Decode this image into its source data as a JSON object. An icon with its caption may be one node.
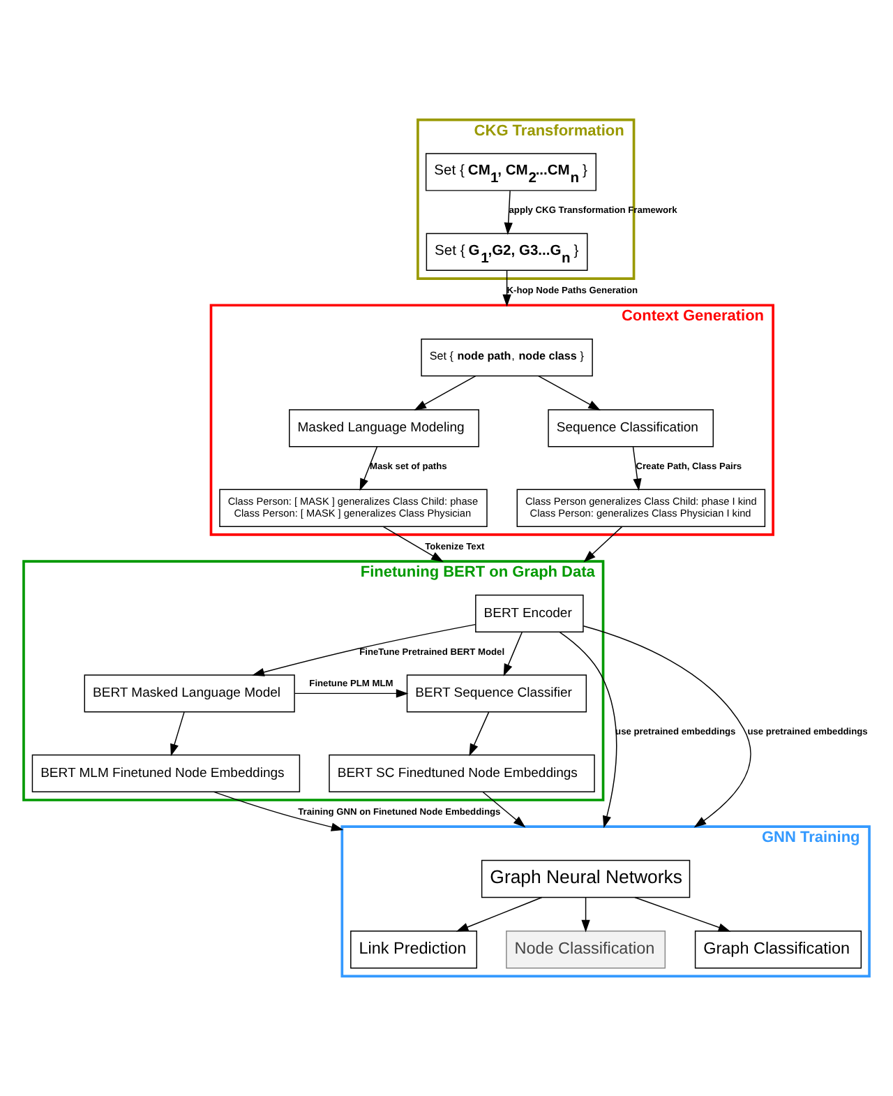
{
  "diagram": {
    "nodes": [
      {
        "text": [
          "CKG Transformation"
        ]
      },
      {
        "text": [
          "Set { **CM$_{1}$, CM$_{2}$...CM$_{n}$** }"
        ],
        "in": 0
      },
      {
        "text": [
          "Set { **G$_{1}$,G2, G3...G$_{n}$** }"
        ],
        "in": 0
      },
      {
        "text": [
          "Context Generation"
        ]
      },
      {
        "text": [
          "Set { **node path**, **node class** }"
        ],
        "in": 3
      },
      {
        "text": [
          "Masked Language Modeling"
        ],
        "in": 3
      },
      {
        "text": [
          "Sequence Classification"
        ],
        "in": 3
      },
      {
        "text": [
          "Class Person: [ MASK ] generalizes Class Child: phase",
          "Class Person: [ MASK ] generalizes Class Physician"
        ],
        "in": 3
      },
      {
        "text": [
          "Class Person generalizes Class Child: phase I kind",
          "Class Person: generalizes Class Physician I kind"
        ],
        "in": 3
      },
      {
        "text": [
          "Finetuning BERT on Graph Data"
        ]
      },
      {
        "text": [
          "BERT Encoder"
        ],
        "in": 9
      },
      {
        "text": [
          "BERT Masked Language Model"
        ],
        "in": 9
      },
      {
        "text": [
          "BERT Sequence Classifier"
        ],
        "in": 9
      },
      {
        "text": [
          "BERT MLM Finetuned Node Embeddings"
        ],
        "in": 9
      },
      {
        "text": [
          "BERT SC Finedtuned Node Embeddings"
        ],
        "in": 9
      },
      {
        "text": [
          "GNN Training"
        ]
      },
      {
        "text": [
          "Graph Neural Networks"
        ],
        "in": 15
      },
      {
        "text": [
          "Link Prediction"
        ],
        "in": 15
      },
      {
        "text": [
          "Node Classification"
        ],
        "in": 15
      },
      {
        "text": [
          "Graph Classification"
        ],
        "in": 15
      }
    ],
    "edges": [
      {
        "from": 1,
        "to": 2,
        "arrow": "to",
        "label": "apply CKG Transformation Framework"
      },
      {
        "from": 2,
        "to": 3,
        "arrow": "to",
        "label": "K-hop Node Paths Generation"
      },
      {
        "from": 4,
        "to": 5,
        "arrow": "to"
      },
      {
        "from": 4,
        "to": 6,
        "arrow": "to"
      },
      {
        "from": 5,
        "to": 7,
        "arrow": "to",
        "label": "Mask set of paths"
      },
      {
        "from": 6,
        "to": 8,
        "arrow": "to",
        "label": "Create Path, Class Pairs"
      },
      {
        "from": 7,
        "to": 9,
        "arrow": "to",
        "label": "Tokenize Text"
      },
      {
        "from": 8,
        "to": 9,
        "arrow": "to"
      },
      {
        "from": 10,
        "to": 15,
        "arrow": "to",
        "label": "use pretrained embeddings"
      },
      {
        "from": 10,
        "to": 11,
        "arrow": "to",
        "label": "FineTune Pretrained BERT Model"
      },
      {
        "from": 10,
        "to": 12,
        "arrow": "to"
      },
      {
        "from": 11,
        "to": 12,
        "arrow": "to",
        "label": "Finetune PLM MLM"
      },
      {
        "from": 10,
        "to": 15,
        "arrow": "to",
        "label": "use pretrained embeddings"
      },
      {
        "from": 11,
        "to": 13,
        "arrow": "to"
      },
      {
        "from": 12,
        "to": 14,
        "arrow": "to"
      },
      {
        "from": 13,
        "to": 15,
        "arrow": "to",
        "label": "Training GNN on Finetuned Node Embeddings"
      },
      {
        "from": 14,
        "to": 15,
        "arrow": "to"
      },
      {
        "from": 16,
        "to": 17,
        "arrow": "to"
      },
      {
        "from": 16,
        "to": 18,
        "arrow": "to"
      },
      {
        "from": 16,
        "to": 19,
        "arrow": "to"
      }
    ]
  }
}
